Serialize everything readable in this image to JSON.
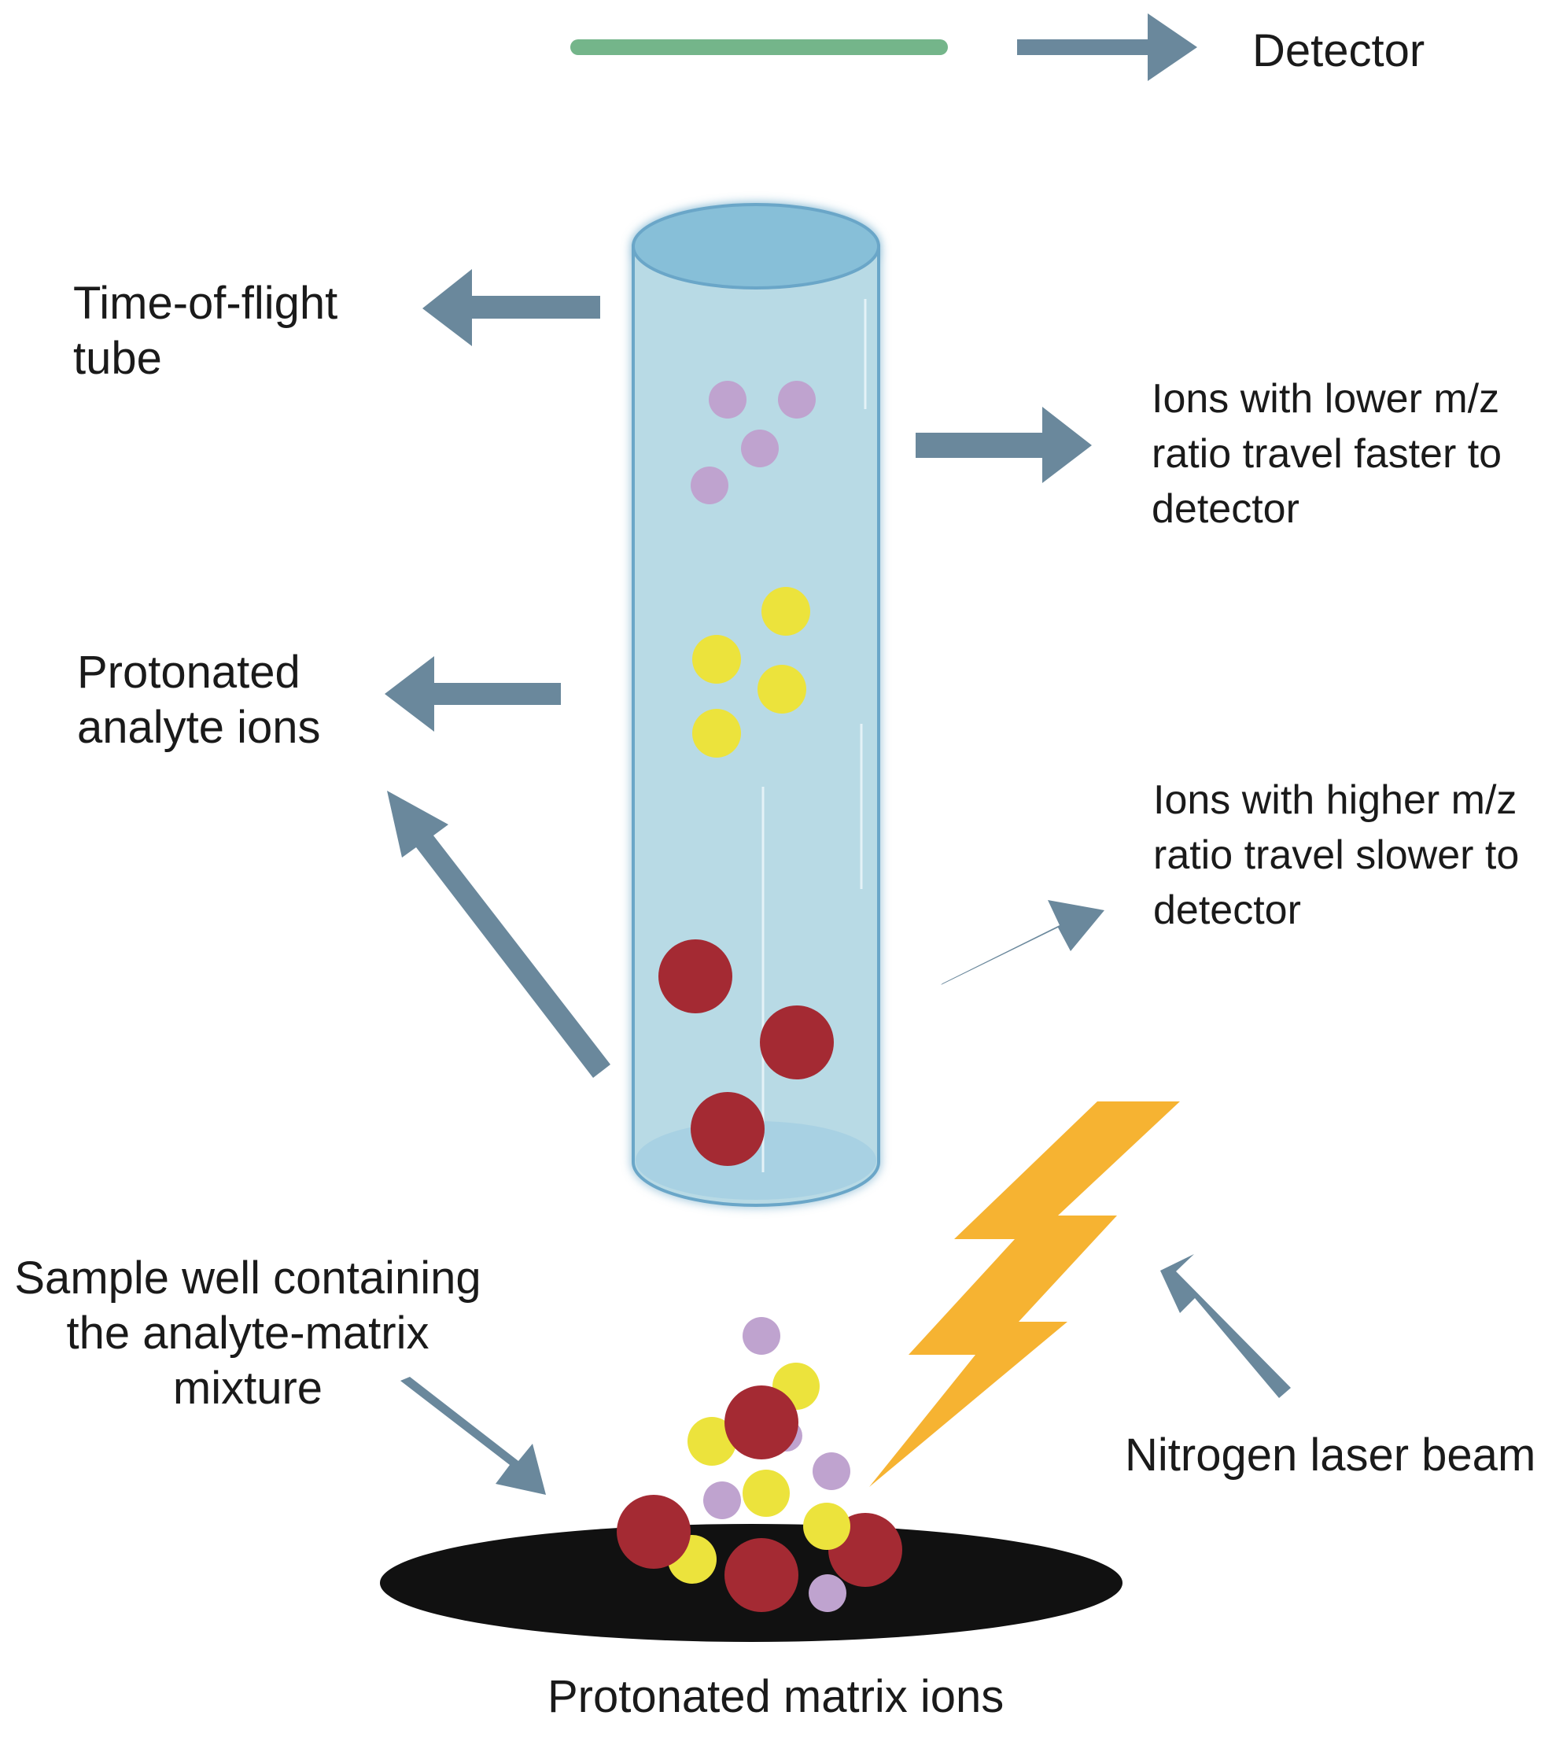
{
  "labels": {
    "detector": "Detector",
    "tof_tube": [
      "Time-of-flight",
      "tube"
    ],
    "lower_mz": [
      "Ions with lower m/z",
      "ratio travel faster to",
      "detector"
    ],
    "protonated_analyte": [
      "Protonated",
      "analyte ions"
    ],
    "higher_mz": [
      "Ions with higher m/z",
      "ratio travel slower to",
      "detector"
    ],
    "sample_well": [
      "Sample well containing",
      "the analyte-matrix",
      "mixture"
    ],
    "nitrogen_laser": "Nitrogen laser beam",
    "protonated_matrix": "Protonated matrix ions"
  },
  "colors": {
    "arrow": "#6a889c",
    "detector_plate": "#74b58a",
    "tube_body": "#b8dae5",
    "tube_top": "#87bfd8",
    "tube_outline": "#6aa6c8",
    "lavender_ion": "#bfa3cf",
    "yellow_ion": "#ece33c",
    "red_ion": "#a42a33",
    "laser": "#f6b332",
    "sample_well": "#111111"
  }
}
